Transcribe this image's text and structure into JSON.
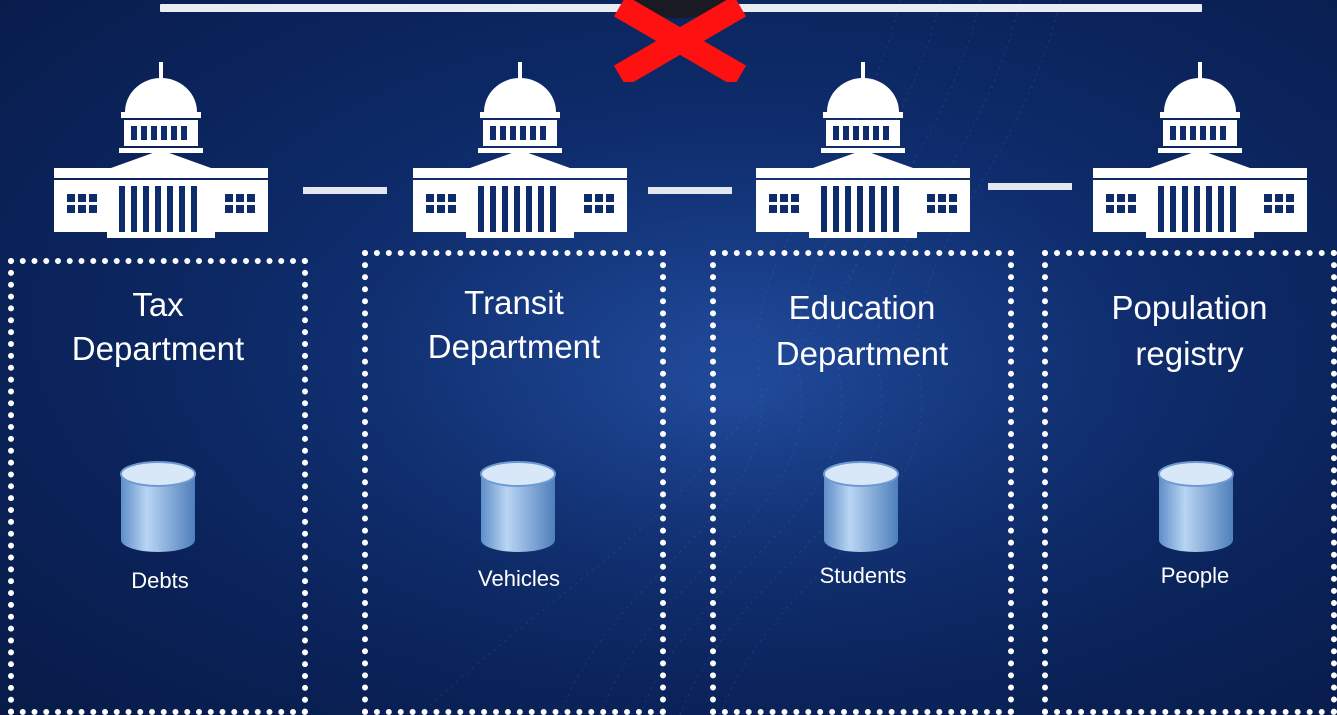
{
  "departments": [
    {
      "title_line1": "Tax",
      "title_line2": "Department",
      "database_label": "Debts"
    },
    {
      "title_line1": "Transit",
      "title_line2": "Department",
      "database_label": "Vehicles"
    },
    {
      "title_line1": "Education",
      "title_line2": "Department",
      "database_label": "Students"
    },
    {
      "title_line1": "Population",
      "title_line2": "registry",
      "database_label": "People"
    }
  ],
  "colors": {
    "background": "#0e2c6c",
    "x_mark": "#ff1111",
    "lines": "#e9ecf3",
    "database": "#8fb6e6"
  }
}
